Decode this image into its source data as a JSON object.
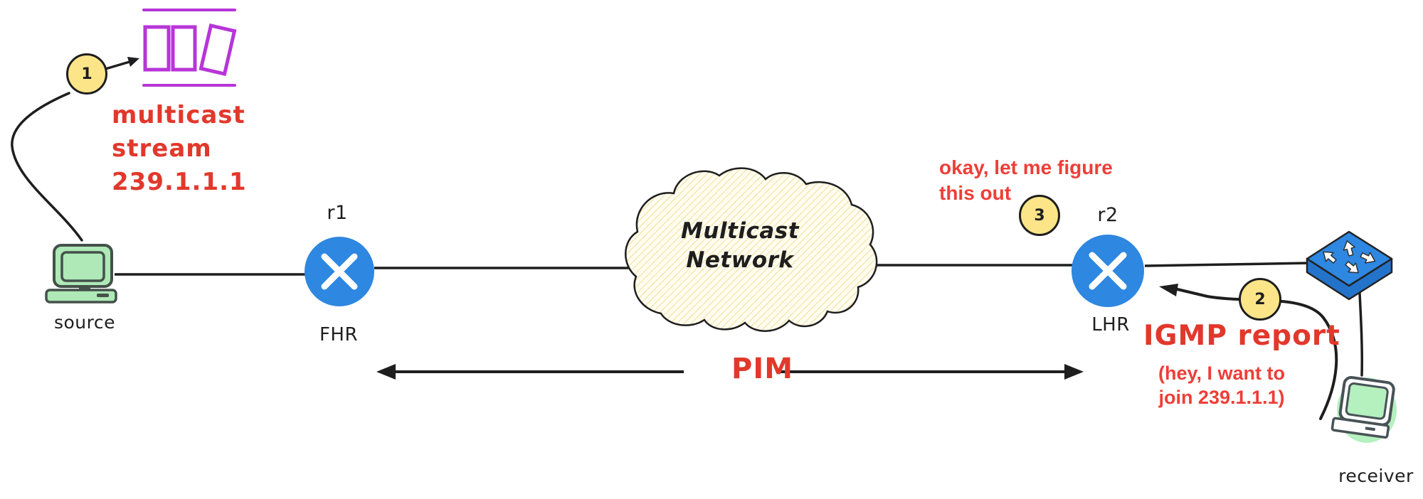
{
  "diagram": {
    "title": "Multicast PIM / IGMP flow diagram",
    "nodes": {
      "source": {
        "label": "source",
        "icon": "computer-icon"
      },
      "r1": {
        "label": "r1",
        "role": "FHR",
        "icon": "router-icon"
      },
      "cloud": {
        "label": "Multicast\nNetwork",
        "icon": "cloud-icon"
      },
      "r2": {
        "label": "r2",
        "role": "LHR",
        "icon": "router-icon"
      },
      "switch": {
        "icon": "switch-icon"
      },
      "receiver": {
        "label": "receiver",
        "icon": "computer-icon"
      }
    },
    "annotations": {
      "step1": "1",
      "step2": "2",
      "step3": "3",
      "multicast_stream": "multicast\nstream\n239.1.1.1",
      "pim": "PIM",
      "igmp_title": "IGMP report",
      "igmp_detail": "(hey, I want to\njoin 239.1.1.1)",
      "router_thought": "okay, let me figure\nthis out"
    },
    "icons": [
      "packets-icon",
      "computer-icon",
      "router-icon",
      "cloud-icon",
      "switch-icon"
    ],
    "colors": {
      "stroke_black": "#1e1e1e",
      "router_blue": "#2e87e0",
      "switch_blue_side": "#2473cb",
      "badge_yellow": "#fbe588",
      "marker_red": "#e2382c",
      "note_red": "#ee3e38",
      "packet_purple": "#b735d8",
      "source_green": "#aee9b7",
      "receiver_green": "#b5f0bf",
      "cloud_cream": "#fffdf0",
      "cloud_hatch": "#f2dfa0"
    }
  }
}
